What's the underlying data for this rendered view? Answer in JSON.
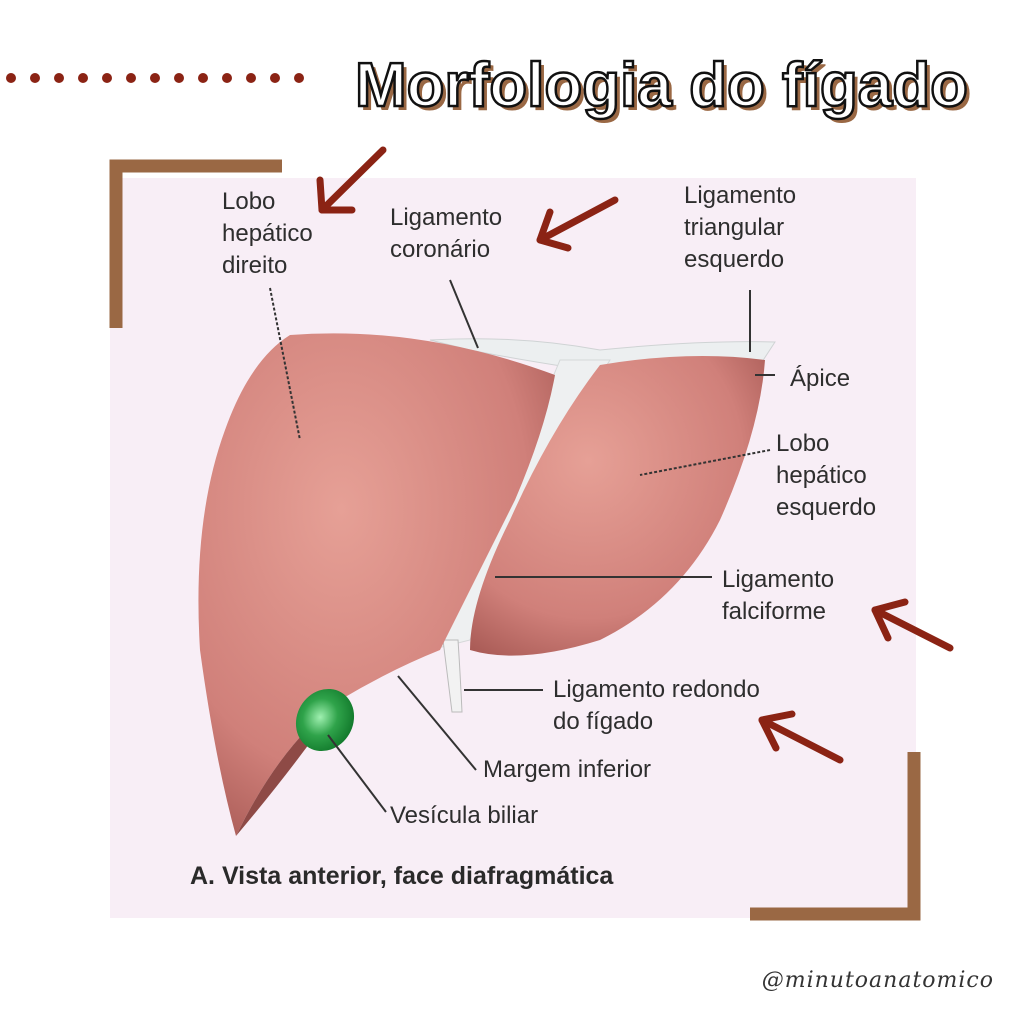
{
  "title": "Morfologia do fígado",
  "labels": {
    "lobo_direito": "Lobo\nhepático\ndireito",
    "ligamento_coronario": "Ligamento\ncoronário",
    "ligamento_triangular": "Ligamento\ntriangular\nesquerdo",
    "apice": "Ápice",
    "lobo_esquerdo": "Lobo\nhepático\nesquerdo",
    "ligamento_falciforme": "Ligamento\nfalciforme",
    "ligamento_redondo": "Ligamento redondo\ndo fígado",
    "margem_inferior": "Margem inferior",
    "vesicula_biliar": "Vesícula biliar"
  },
  "caption": "A. Vista anterior, face diafragmática",
  "credit": "@minutoanatomico",
  "colors": {
    "accent_brown": "#9a6844",
    "arrow_red": "#8b2314",
    "liver": "#d4857c",
    "gallbladder": "#2fa34a",
    "panel": "#f8eef6"
  }
}
